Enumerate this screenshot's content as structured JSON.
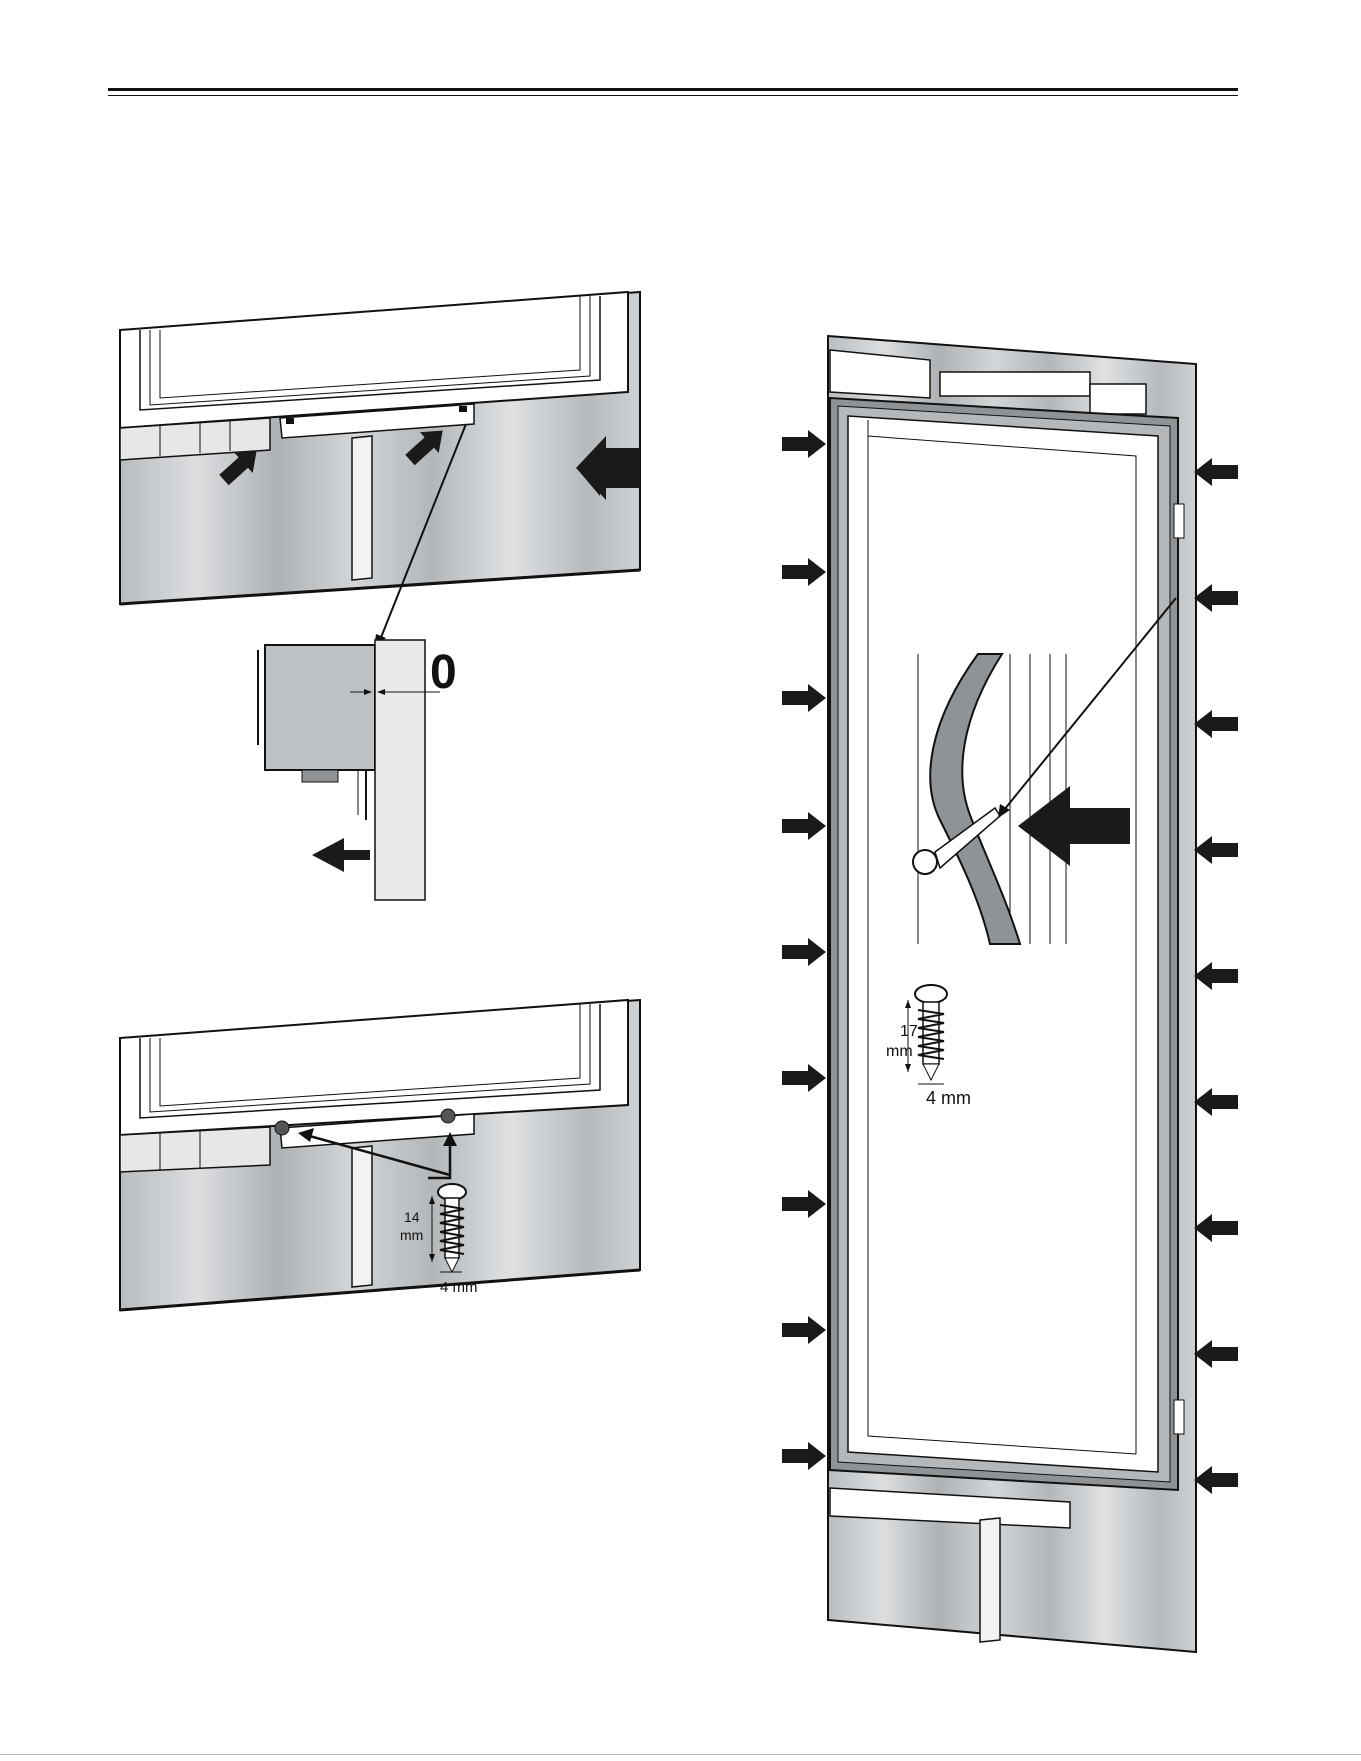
{
  "figure1": {
    "gap_value": "0"
  },
  "figure2": {
    "screw_length_value": "14",
    "screw_length_unit": "mm",
    "screw_diameter": "4 mm"
  },
  "figure3": {
    "screw_length_value": "17",
    "screw_length_unit": "mm",
    "screw_diameter": "4 mm"
  },
  "colors": {
    "line": "#111111",
    "panel": "#c9ccce",
    "panel_dark": "#a8acaf",
    "bracket": "#9c9fa2",
    "arrow": "#1a1a1a"
  },
  "icons": [
    "arrow-icon",
    "screw-icon",
    "dimension-line-icon"
  ]
}
